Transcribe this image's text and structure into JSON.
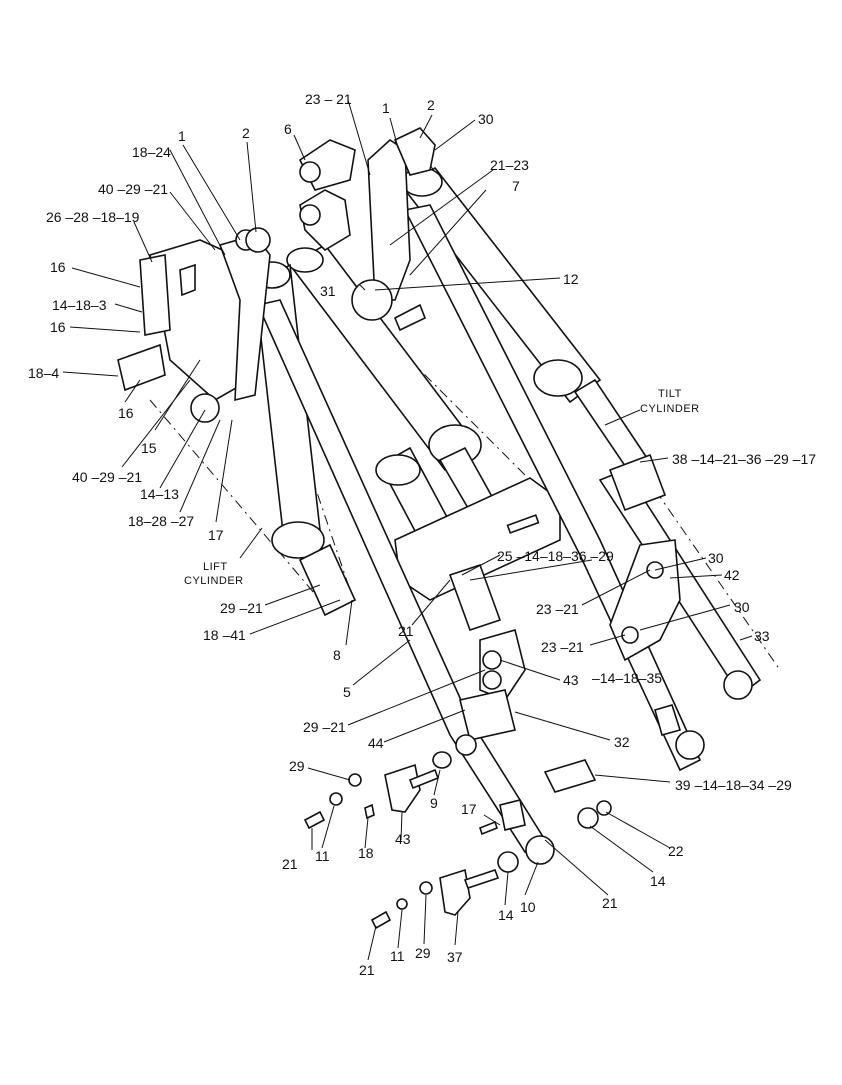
{
  "captions": {
    "tilt_line1": "TILT",
    "tilt_line2": "CYLINDER",
    "lift_line1": "LIFT",
    "lift_line2": "CYLINDER"
  },
  "labels": {
    "l01": "23 – 21",
    "l02": "1",
    "l03": "2",
    "l04": "30",
    "l05": "6",
    "l06": "21–23",
    "l07": "7",
    "l08": "18–24",
    "l09": "1",
    "l10": "2",
    "l11": "40 –29 –21",
    "l12": "26 –28 –18–19",
    "l13": "16",
    "l14": "14–18–3",
    "l15": "16",
    "l16": "18–4",
    "l17": "16",
    "l18": "31",
    "l19": "12",
    "l20": "15",
    "l21": "40 –29 –21",
    "l22": "14–13",
    "l23": "18–28 –27",
    "l24": "17",
    "l25": "38 –14–21–36 –29 –17",
    "l26": "25 –14–18–36 –29",
    "l27": "30",
    "l28": "42",
    "l29": "30",
    "l30": "23 –21",
    "l31": "23 –21",
    "l32": "33",
    "l33": "29 –21",
    "l34": "18 –41",
    "l35": "21",
    "l36": "8",
    "l37": "5",
    "l38": "43",
    "l39": "–14–18–35",
    "l40": "29 –21",
    "l41": "44",
    "l42": "32",
    "l43": "29",
    "l44": "9",
    "l45": "39 –14–18–34 –29",
    "l46": "17",
    "l47": "21",
    "l48": "11",
    "l49": "18",
    "l50": "43",
    "l51": "22",
    "l52": "14",
    "l53": "10",
    "l54": "14",
    "l55": "21",
    "l56": "21",
    "l57": "11",
    "l58": "29",
    "l59": "37"
  }
}
